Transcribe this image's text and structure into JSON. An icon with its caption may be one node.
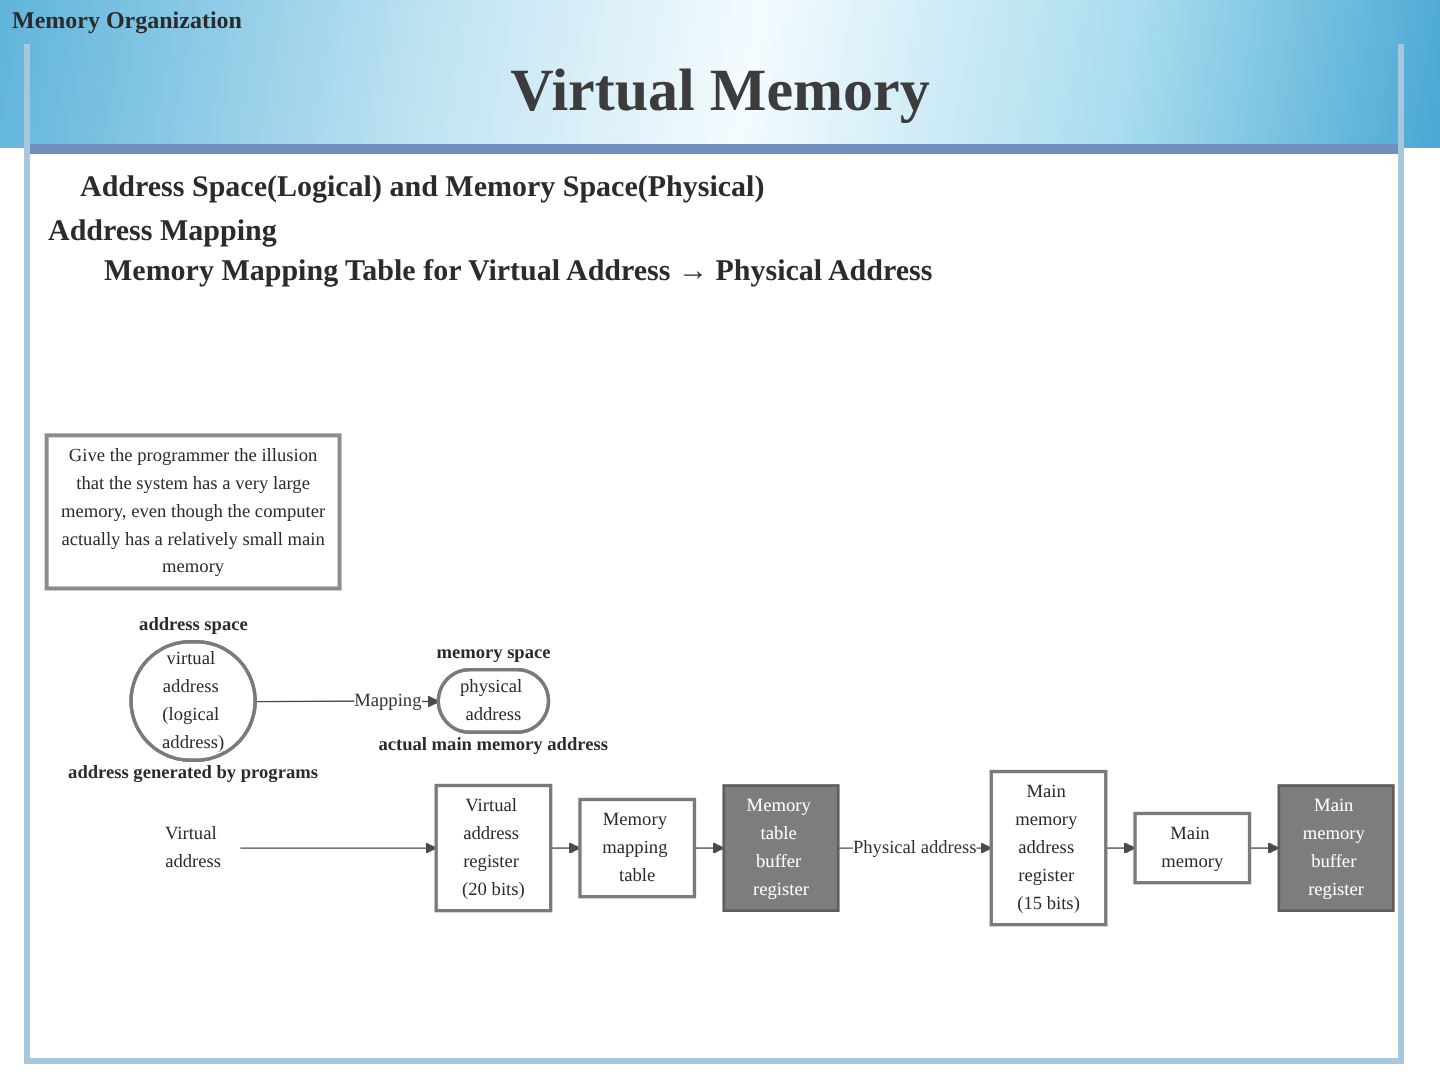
{
  "diagram": {
    "title": "Virtual Memory",
    "nodes": [
      {
        "text": [
          "Give the programmer the illusion that the system has a very large memory, even though the computer actually has a relatively small main memory"
        ]
      },
      {
        "text": [
          "virtual address (logical address)"
        ],
        "beside": [
          "address space",
          "address generated by programs"
        ]
      },
      {
        "text": [
          "physical address"
        ],
        "beside": [
          "memory space",
          "actual main memory address"
        ]
      },
      {
        "text": [
          "Virtual address"
        ]
      },
      {
        "text": [
          "Virtual address register (20 bits)"
        ]
      },
      {
        "text": [
          "Memory mapping table"
        ]
      },
      {
        "text": [
          "Memory table buffer register"
        ]
      },
      {
        "text": [
          "Main memory address register (15 bits)"
        ]
      },
      {
        "text": [
          "Main memory"
        ]
      },
      {
        "text": [
          "Main memory buffer register"
        ]
      }
    ],
    "edges": [
      {
        "from": 1,
        "to": 2,
        "arrow": "to",
        "label": "Mapping"
      },
      {
        "from": 3,
        "to": 4,
        "arrow": "to"
      },
      {
        "from": 4,
        "to": 5,
        "arrow": "to"
      },
      {
        "from": 5,
        "to": 6,
        "arrow": "to"
      },
      {
        "from": 6,
        "to": 7,
        "arrow": "to",
        "label": "Physical address"
      },
      {
        "from": 7,
        "to": 8,
        "arrow": "to"
      },
      {
        "from": 8,
        "to": 9,
        "arrow": "to"
      }
    ],
    "labels": [
      "Memory Organization",
      "Address Space(Logical) and Memory Space(Physical)",
      "Address Mapping",
      "Memory Mapping Table for Virtual Address → Physical Address"
    ]
  }
}
